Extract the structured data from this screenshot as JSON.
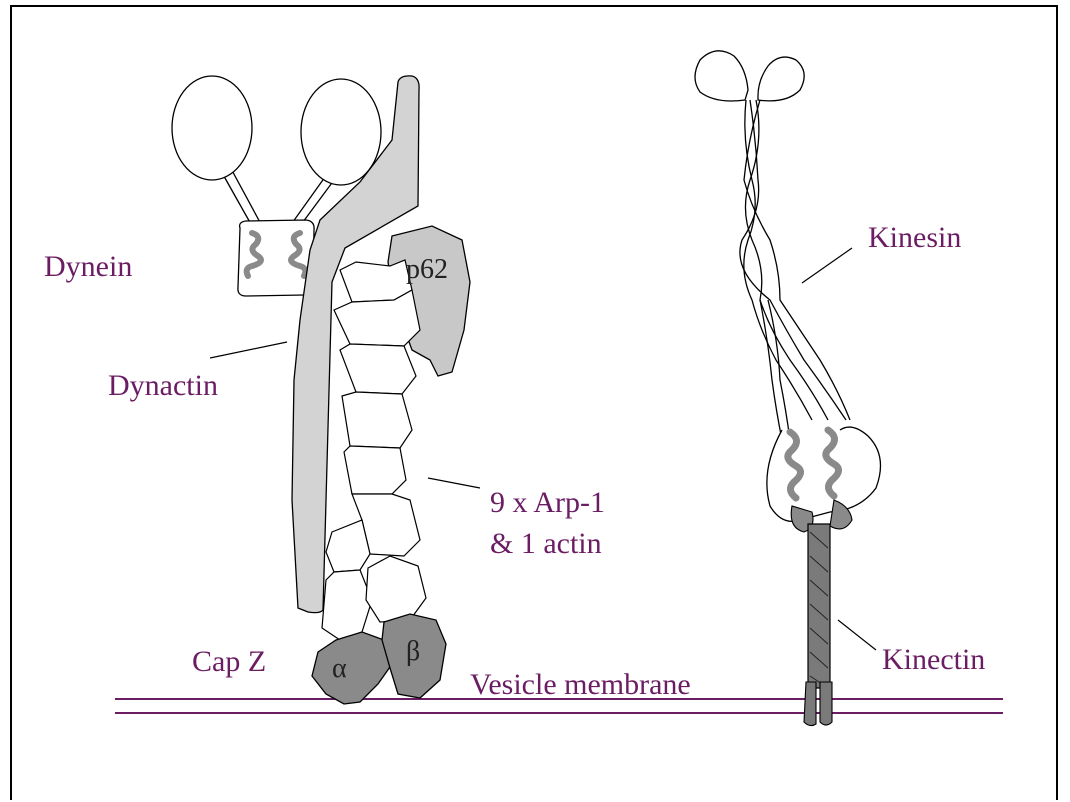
{
  "labels": {
    "dynein": "Dynein",
    "dynactin": "Dynactin",
    "p62": "p62",
    "arp_line1": "9 x Arp-1",
    "arp_line2": "& 1 actin",
    "capz": "Cap Z",
    "alpha": "α",
    "beta": "β",
    "membrane": "Vesicle membrane",
    "kinesin": "Kinesin",
    "kinectin": "Kinectin"
  },
  "colors": {
    "text": "#6b1d63",
    "membrane": "#6b1d63",
    "dynactin_fill": "#d3d3d3",
    "p62_fill": "#c8c8c8",
    "capz_fill": "#8a8a8a",
    "kinectin_fill": "#7a7a7a",
    "coil": "#8a8a8a"
  }
}
